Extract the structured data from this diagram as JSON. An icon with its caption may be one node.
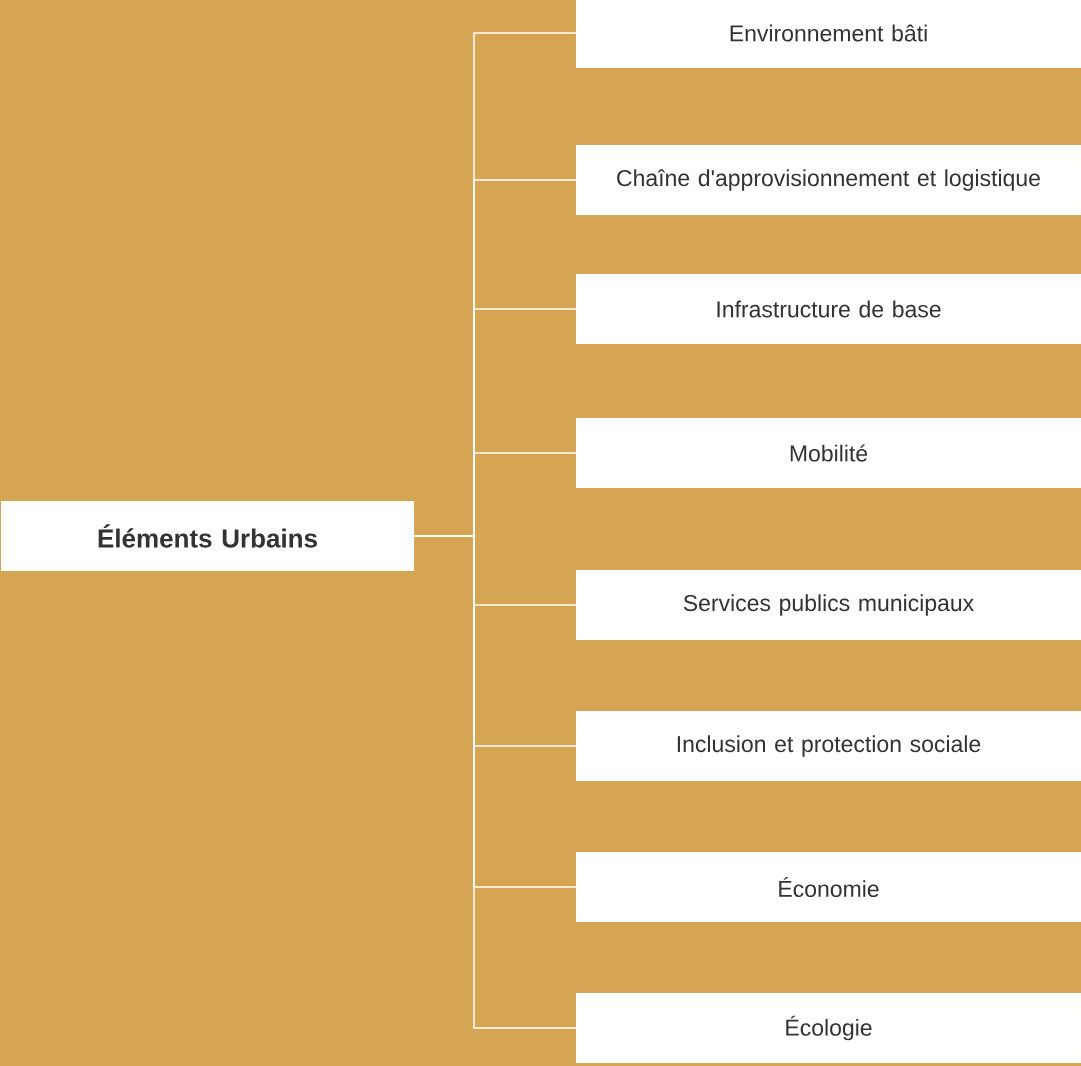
{
  "diagram": {
    "nodes": [
      {
        "text": [
          "Éléments Urbains"
        ]
      },
      {
        "text": [
          "Environnement bâti"
        ]
      },
      {
        "text": [
          "Chaîne d'approvisionnement et logistique"
        ]
      },
      {
        "text": [
          "Infrastructure de base"
        ]
      },
      {
        "text": [
          "Mobilité"
        ]
      },
      {
        "text": [
          "Services publics municipaux"
        ]
      },
      {
        "text": [
          "Inclusion et protection sociale"
        ]
      },
      {
        "text": [
          "Économie"
        ]
      },
      {
        "text": [
          "Écologie"
        ]
      }
    ],
    "edges": [
      {
        "from": 0,
        "to": 1,
        "arrow": "none"
      },
      {
        "from": 0,
        "to": 2,
        "arrow": "none"
      },
      {
        "from": 0,
        "to": 3,
        "arrow": "none"
      },
      {
        "from": 0,
        "to": 4,
        "arrow": "none"
      },
      {
        "from": 0,
        "to": 5,
        "arrow": "none"
      },
      {
        "from": 0,
        "to": 6,
        "arrow": "none"
      },
      {
        "from": 0,
        "to": 7,
        "arrow": "none"
      },
      {
        "from": 0,
        "to": 8,
        "arrow": "none"
      }
    ]
  }
}
